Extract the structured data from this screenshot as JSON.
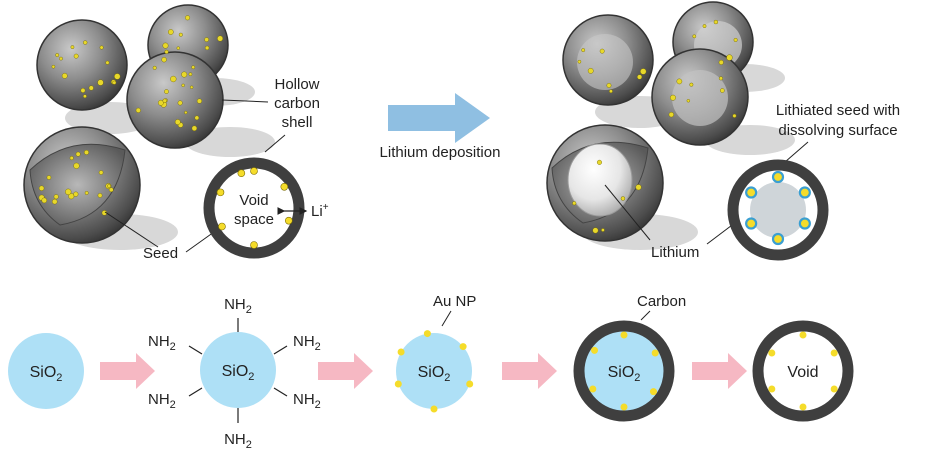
{
  "colors": {
    "silica": "#aee0f6",
    "carbon": "#3f3f3f",
    "gold": "#f5dc2a",
    "lithium_core": "#cfd5d9",
    "seed_ring": "#3a9fd2",
    "process_arrow": "#f6b8c3",
    "deposition_arrow": "#8fbfe2"
  },
  "top": {
    "label_hollow_line1": "Hollow",
    "label_hollow_line2": "carbon",
    "label_hollow_line3": "shell",
    "label_void_line1": "Void",
    "label_void_line2": "space",
    "label_li_ion": "Li",
    "label_li_charge": "+",
    "label_seed": "Seed",
    "label_deposition": "Lithium deposition",
    "label_lithiated_line1": "Lithiated seed with",
    "label_lithiated_line2": "dissolving surface",
    "label_lithium": "Lithium"
  },
  "bottom": {
    "sio2_base": "SiO",
    "sio2_sub": "2",
    "nh2_base": "NH",
    "nh2_sub": "2",
    "label_au": "Au NP",
    "label_carbon": "Carbon",
    "label_void": "Void"
  }
}
